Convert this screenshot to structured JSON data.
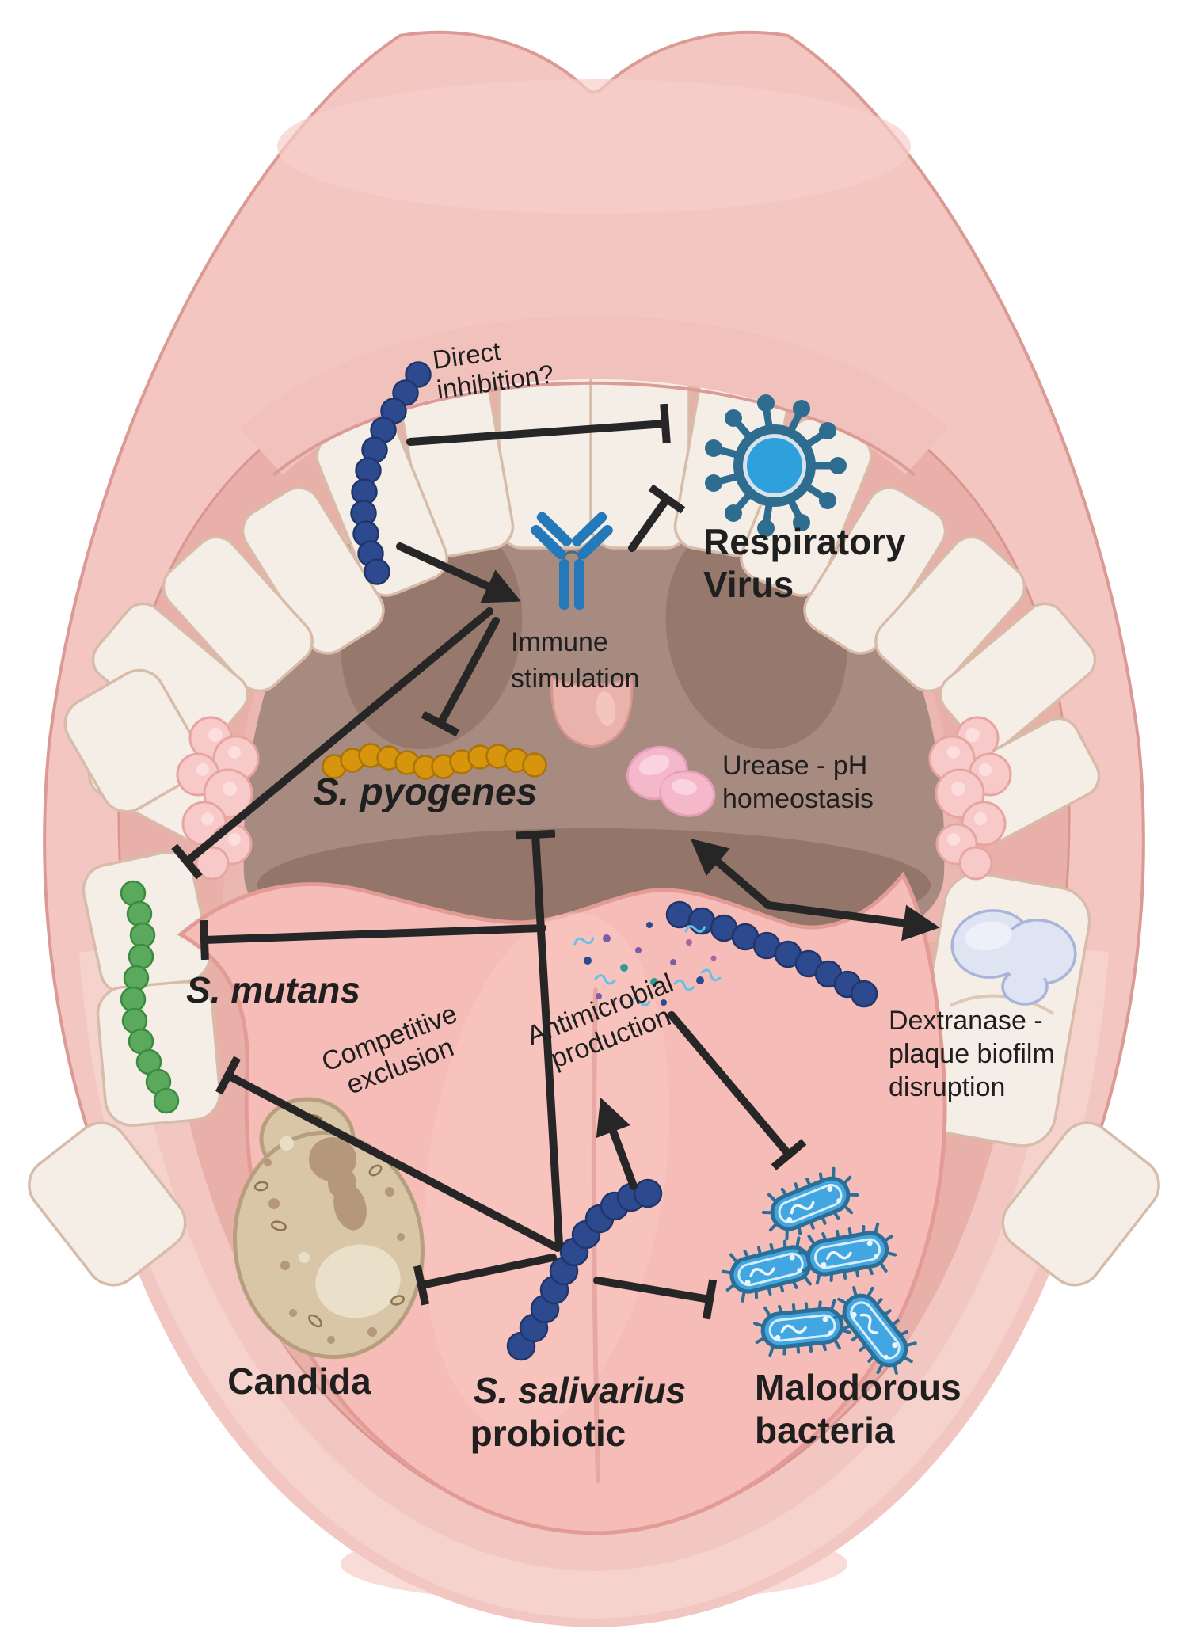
{
  "figure": {
    "type": "diagram",
    "subject": "Open mouth diagram showing beneficial actions of S. salivarius probiotic in the oral cavity",
    "labels": {
      "direct_inhibition": {
        "line1": "Direct",
        "line2": "inhibition?"
      },
      "respiratory_virus": {
        "line1": "Respiratory",
        "line2": "Virus"
      },
      "immune_stimulation": {
        "line1": "Immune",
        "line2": "stimulation"
      },
      "s_pyogenes": "S. pyogenes",
      "urease": {
        "line1": "Urease - pH",
        "line2": "homeostasis"
      },
      "s_mutans": "S. mutans",
      "competitive_exclusion": {
        "line1": "Competitive",
        "line2": "exclusion"
      },
      "antimicrobial_production": {
        "line1": "Antimicrobial",
        "line2": "production"
      },
      "dextranase": {
        "line1": "Dextranase -",
        "line2": "plaque biofilm",
        "line3": "disruption"
      },
      "candida": "Candida",
      "s_salivarius": {
        "line1": "S. salivarius",
        "line2": "probiotic"
      },
      "malodorous_bacteria": {
        "line1": "Malodorous",
        "line2": "bacteria"
      }
    },
    "icons": {
      "s_salivarius_chain": "chain of dark blue cocci (probiotic streptococcus)",
      "s_pyogenes_chain": "horizontal chain of orange cocci",
      "s_mutans_chain": "vertical chain of green cocci on tooth",
      "respiratory_virus": "blue spiked virus particle",
      "antibody": "blue Y-shaped antibody",
      "candida_cell": "tan budding yeast cell",
      "malodorous_rods": "five blue rod bacteria with pili",
      "urease_blob": "pink enzyme blob",
      "dextranase_blob": "pale lavender enzyme blob on tooth",
      "antimicrobial_particles": "scattered antimicrobial molecules and squiggles"
    },
    "relationships": [
      {
        "from": "s_salivarius_chain_upper",
        "to": "respiratory_virus",
        "type": "inhibition",
        "label": "Direct inhibition?"
      },
      {
        "from": "s_salivarius_chain_upper",
        "to": "antibody",
        "type": "activation",
        "label": "Immune stimulation"
      },
      {
        "from": "antibody",
        "to": "respiratory_virus",
        "type": "inhibition"
      },
      {
        "from": "antibody",
        "to": "s_mutans",
        "type": "inhibition"
      },
      {
        "from": "antibody",
        "to": "s_pyogenes",
        "type": "inhibition"
      },
      {
        "from": "s_salivarius_chain_tongue",
        "to": "urease_blob",
        "type": "activation",
        "label": "Urease - pH homeostasis"
      },
      {
        "from": "s_salivarius_chain_tongue",
        "to": "dextranase_blob",
        "type": "activation",
        "label": "Dextranase - plaque biofilm disruption"
      },
      {
        "from": "antimicrobial_particles",
        "to": "malodorous_bacteria",
        "type": "inhibition"
      },
      {
        "from": "s_salivarius_probiotic",
        "to": "s_mutans",
        "type": "inhibition",
        "label": "Competitive exclusion"
      },
      {
        "from": "s_salivarius_probiotic",
        "to": "s_pyogenes",
        "type": "inhibition"
      },
      {
        "from": "s_salivarius_probiotic",
        "to": "candida",
        "type": "inhibition"
      },
      {
        "from": "s_salivarius_probiotic",
        "to": "malodorous_bacteria",
        "type": "inhibition"
      },
      {
        "from": "s_salivarius_probiotic",
        "to": "antimicrobial_particles",
        "type": "activation",
        "label": "Antimicrobial production"
      }
    ],
    "colors": {
      "arrow": "#262626",
      "text": "#1f1f1f",
      "s_salivarius": "#2d4a8f",
      "s_pyogenes": "#d6950c",
      "s_mutans": "#5aa95d",
      "virus_outer": "#2f6d90",
      "virus_inner": "#2ea0dc",
      "antibody": "#2379ba",
      "malodorous": "#42a6e2",
      "candida": "#d9c6a7",
      "urease": "#f5b8cb",
      "dextranase": "#dfe4f3",
      "lips": "#f3c6c2",
      "tongue": "#f6bcb7",
      "oral_cavity": "#a78b80",
      "teeth": "#f5eee7"
    }
  }
}
